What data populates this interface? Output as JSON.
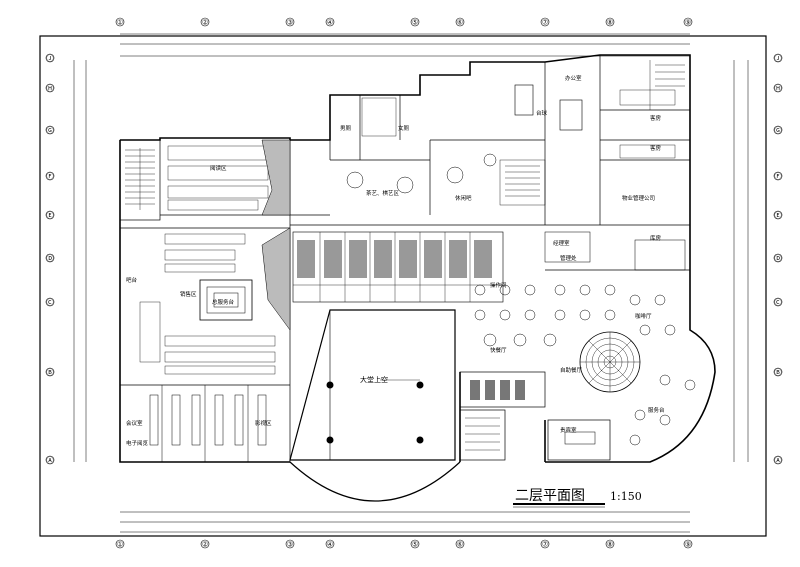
{
  "drawing": {
    "title": "二层平面图",
    "scale": "1:150"
  },
  "grid_top": [
    "①",
    "②",
    "③",
    "④",
    "⑤",
    "⑥",
    "⑦",
    "⑧",
    "⑨"
  ],
  "grid_side": [
    "Ⓙ",
    "Ⓗ",
    "Ⓖ",
    "Ⓕ",
    "Ⓔ",
    "Ⓓ",
    "Ⓒ",
    "Ⓑ",
    "Ⓐ"
  ],
  "rooms": {
    "atrium": "大堂上空",
    "reading": "阅读区",
    "sales": "销售区",
    "bar": "吧台",
    "exhibit": "总服务台",
    "meeting": "会议室",
    "elec_reading": "电子阅览",
    "video": "影视区",
    "wc_men": "男厕",
    "wc_women": "女厕",
    "tea": "茶艺、棋艺区",
    "lounge": "休闲吧",
    "billiards": "台球",
    "office": "办公室",
    "room_a": "客房",
    "room_b": "客房",
    "company": "物业管理公司",
    "storage": "库房",
    "manager": "经理室",
    "kitchen": "操作间",
    "dining": "快餐厅",
    "cafe": "咖啡厅",
    "mgmt": "管理处",
    "service": "服务台",
    "vip": "贵宾室",
    "coffee_bar": "自助餐厅"
  }
}
